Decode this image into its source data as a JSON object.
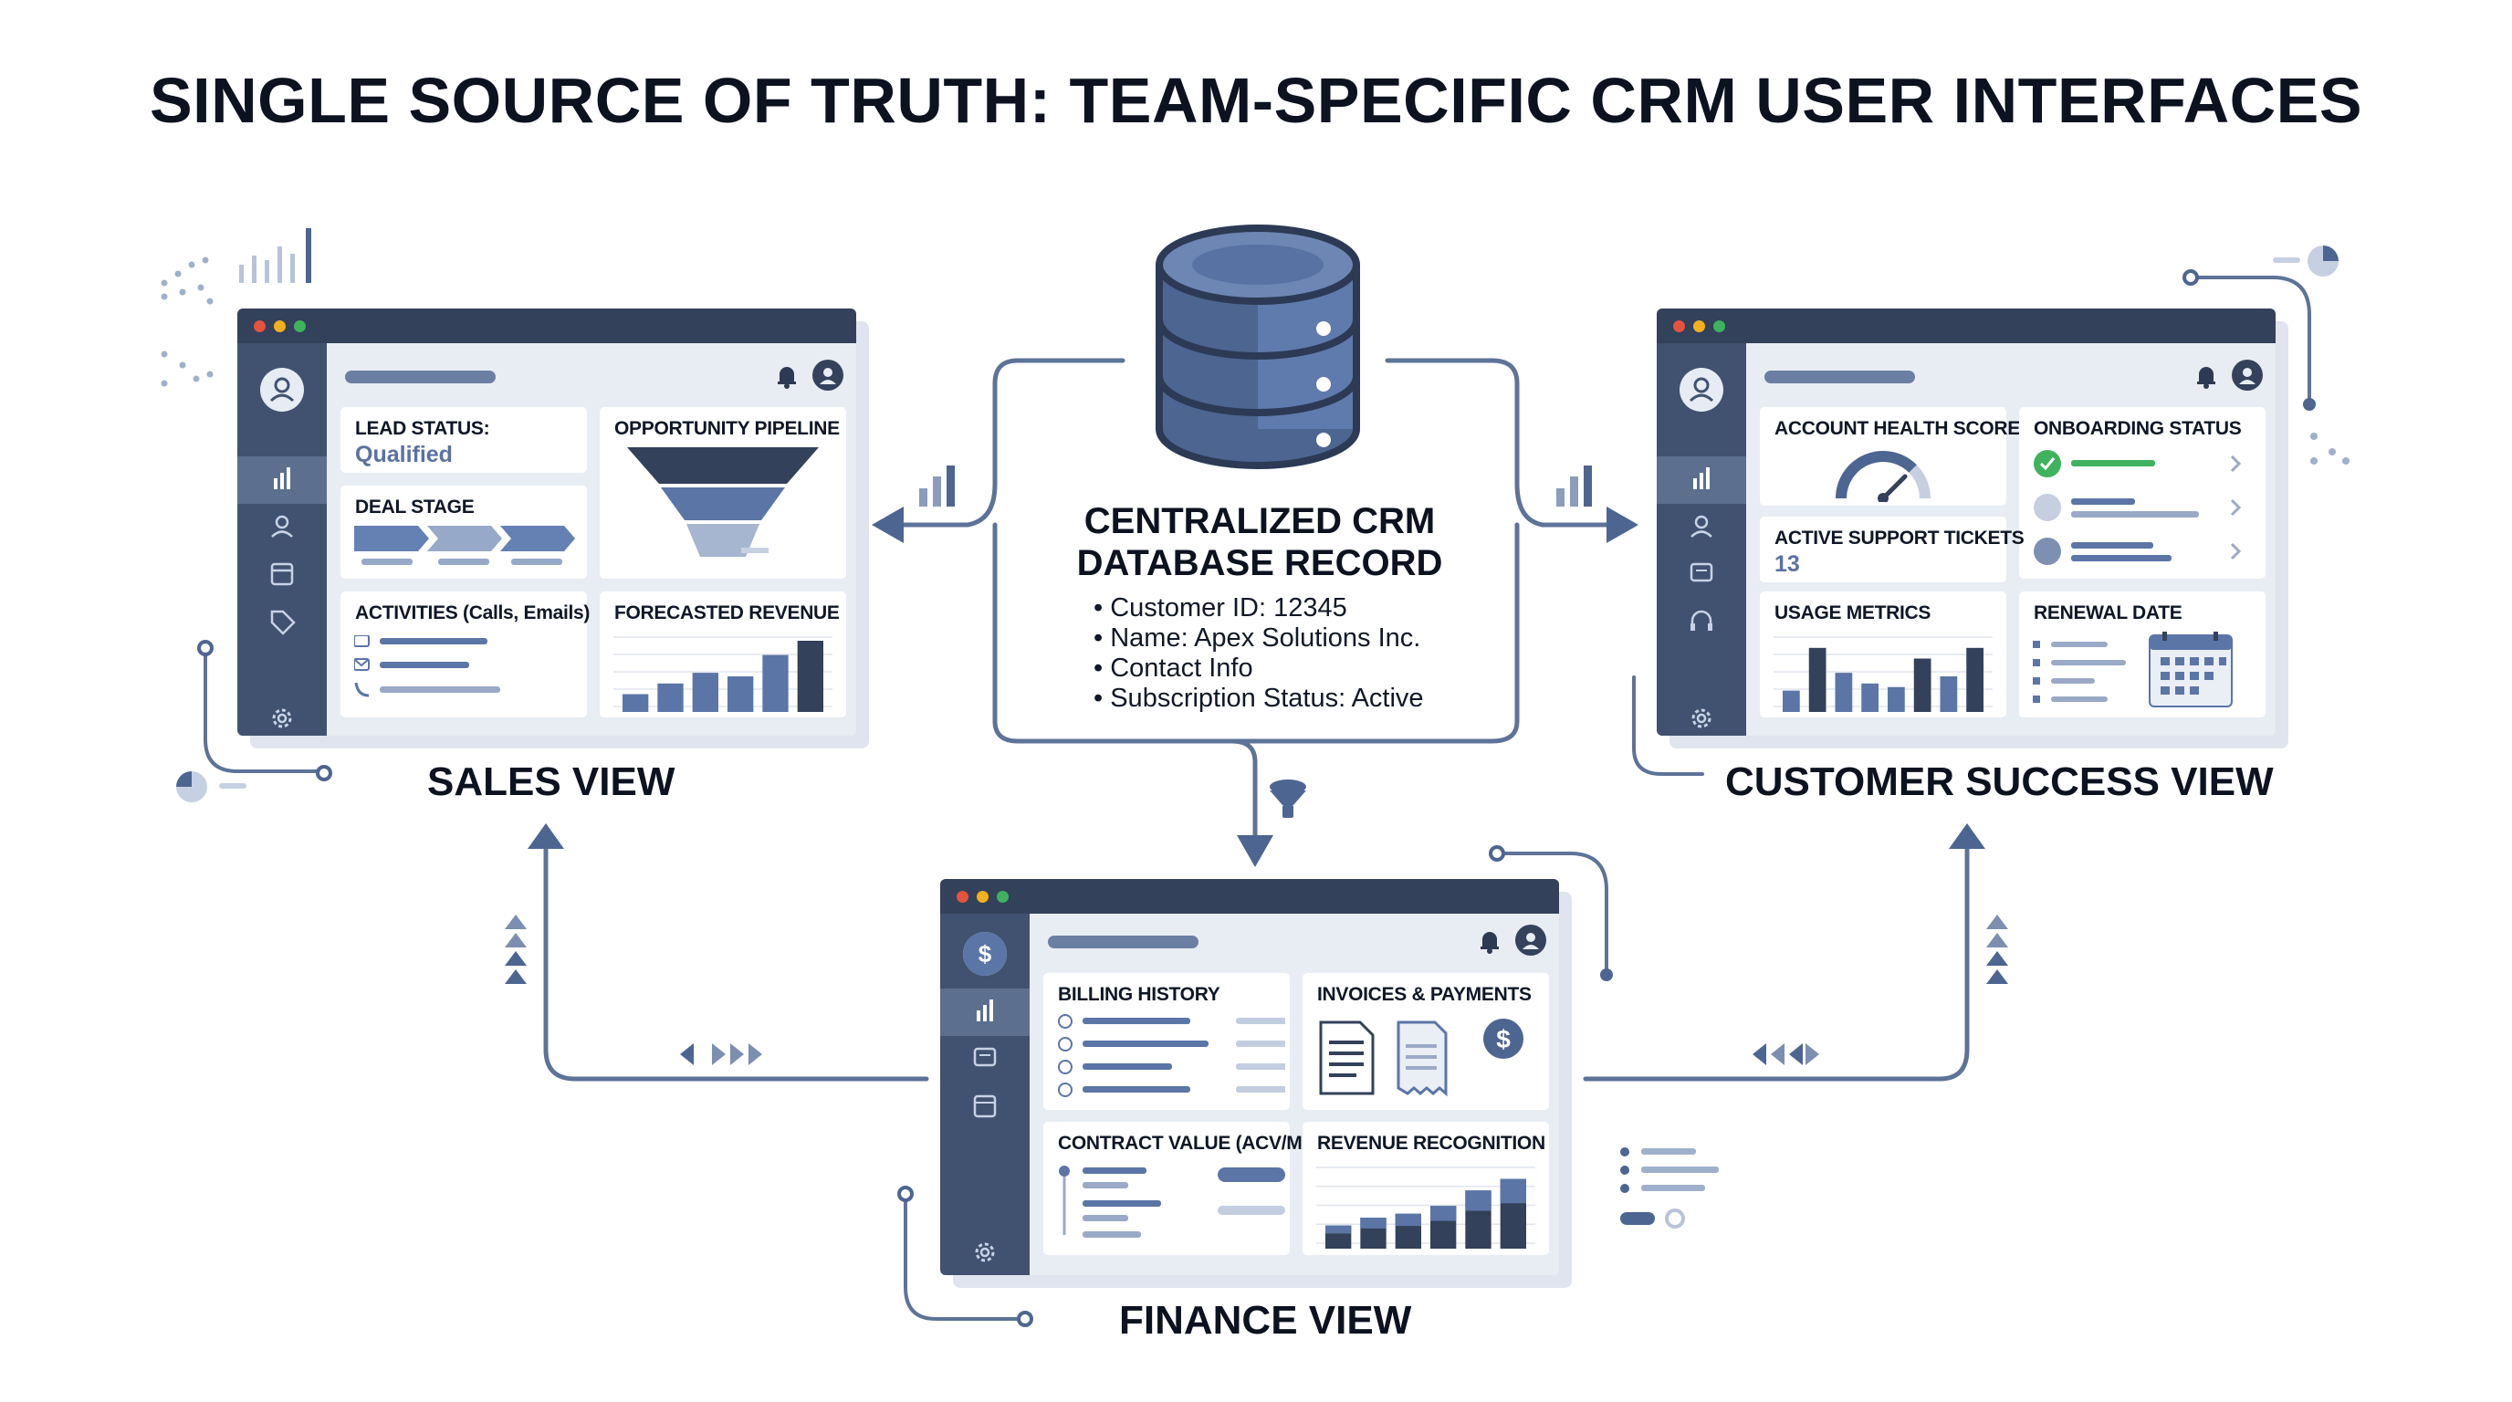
{
  "title": "SINGLE SOURCE OF TRUTH: TEAM-SPECIFIC CRM USER INTERFACES",
  "colors": {
    "accent": "#4f6a9b",
    "dark": "#33415a",
    "sidebar": "#405270",
    "success": "#3fb25e",
    "connector": "#5d7398"
  },
  "database": {
    "icon": "database-icon",
    "title_line1": "CENTRALIZED CRM",
    "title_line2": "DATABASE RECORD",
    "fields": [
      "Customer ID: 12345",
      "Name: Apex Solutions Inc.",
      "Contact Info",
      "Subscription Status: Active"
    ]
  },
  "sales": {
    "label": "SALES VIEW",
    "lead_status_title": "LEAD STATUS:",
    "lead_status_value": "Qualified",
    "deal_stage_title": "DEAL STAGE",
    "pipeline_title": "OPPORTUNITY PIPELINE",
    "activities_title": "ACTIVITIES (Calls, Emails)",
    "forecast_title": "FORECASTED REVENUE",
    "forecast_bars": [
      0.25,
      0.4,
      0.55,
      0.5,
      0.8,
      1.0
    ]
  },
  "customer_success": {
    "label": "CUSTOMER SUCCESS VIEW",
    "health_title": "ACCOUNT HEALTH SCORE",
    "health_gauge": 0.75,
    "onboarding_title": "ONBOARDING STATUS",
    "tickets_title": "ACTIVE SUPPORT TICKETS",
    "tickets_value": "13",
    "usage_title": "USAGE METRICS",
    "usage_bars": [
      0.3,
      0.9,
      0.55,
      0.4,
      0.35,
      0.75,
      0.5,
      0.9
    ],
    "renewal_title": "RENEWAL DATE"
  },
  "finance": {
    "label": "FINANCE VIEW",
    "billing_title": "BILLING HISTORY",
    "invoices_title": "INVOICES & PAYMENTS",
    "contract_title": "CONTRACT VALUE (ACV/MRR)",
    "revenue_title": "REVENUE RECOGNITION",
    "revenue_bars": [
      0.3,
      0.4,
      0.45,
      0.55,
      0.75,
      0.9
    ]
  }
}
